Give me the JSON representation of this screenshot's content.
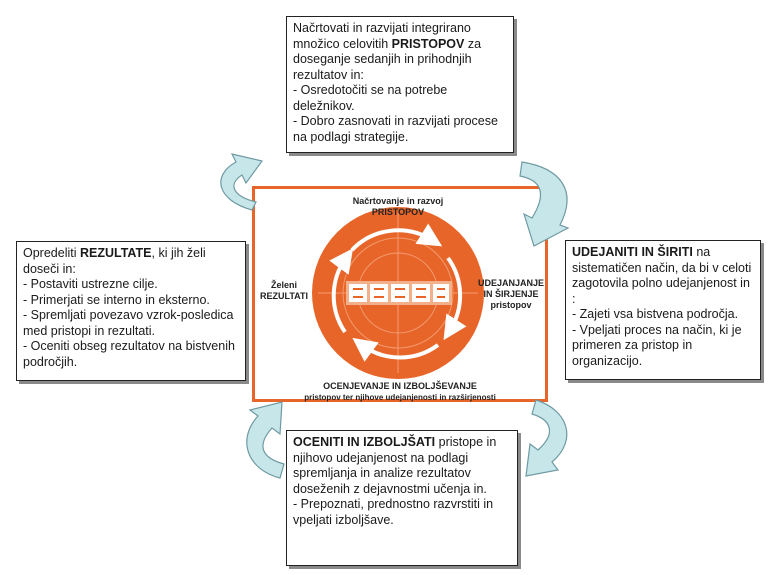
{
  "boxes": {
    "top": {
      "pre": "Načrtovati in razvijati integrirano množico celovitih ",
      "keyword": "PRISTOPOV",
      "post": " za doseganje sedanjih in prihodnjih rezultatov in:",
      "items": [
        "- Osredotočiti se na potrebe deležnikov.",
        "- Dobro zasnovati in razvijati procese na podlagi strategije."
      ]
    },
    "left": {
      "pre": "Opredeliti ",
      "keyword": "REZULTATE",
      "post": ", ki jih želi doseči in:",
      "items": [
        "- Postaviti ustrezne cilje.",
        "- Primerjati se interno in eksterno.",
        "- Spremljati povezavo vzrok-posledica med pristopi in rezultati.",
        "- Oceniti obseg rezultatov na bistvenih področjih."
      ]
    },
    "right": {
      "pre": "",
      "keyword": "UDEJANITI IN ŠIRITI",
      "post": " na sistematičen način, da bi v celoti zagotovila polno udejanjenost in :",
      "items": [
        "- Zajeti vsa bistvena področja.",
        "- Vpeljati proces na način, ki je primeren za pristop in organizacijo."
      ]
    },
    "bottom": {
      "pre": "",
      "keyword": "OCENITI IN IZBOLJŠATI",
      "post": " pristope in njihovo udejanjenost na podlagi spremljanja in analize rezultatov doseženih z dejavnostmi učenja in.",
      "items": [
        "- Prepoznati, prednostno razvrstiti in vpeljati izboljšave."
      ]
    }
  },
  "center": {
    "top_line1": "Načrtovanje in razvoj",
    "top_line2": "PRISTOPOV",
    "left_line1": "Želeni",
    "left_line2": "REZULTATI",
    "right_line1": "UDEJANJANJE",
    "right_line2": "IN ŠIRJENJE",
    "right_line3": "pristopov",
    "bottom_line1": "OCENJEVANJE IN IZBOLJŠEVANJE",
    "bottom_line2": "pristopov ter njihove udejanjenosti in razširjenosti"
  },
  "colors": {
    "accent": "#e8652a",
    "arrow_fill": "#c7e6ea",
    "arrow_stroke": "#6f9aa3"
  }
}
